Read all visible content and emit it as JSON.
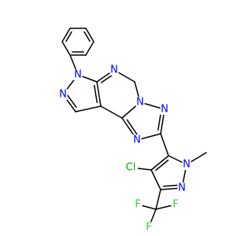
{
  "structure": {
    "atom_labels": [
      {
        "id": "N_pyrazole_phenyl",
        "text": "N",
        "color": "#0000ff"
      },
      {
        "id": "N_pyrazole_2",
        "text": "N",
        "color": "#0000ff"
      },
      {
        "id": "N_pyrimidine_top",
        "text": "N",
        "color": "#0000ff"
      },
      {
        "id": "N_triazole_bridge",
        "text": "N",
        "color": "#0000ff"
      },
      {
        "id": "N_triazole_right",
        "text": "N",
        "color": "#0000ff"
      },
      {
        "id": "N_triazole_bottom",
        "text": "N",
        "color": "#0000ff"
      },
      {
        "id": "N_methylpyrazole_1",
        "text": "N",
        "color": "#0000ff"
      },
      {
        "id": "N_methylpyrazole_2",
        "text": "N",
        "color": "#0000ff"
      },
      {
        "id": "Cl",
        "text": "Cl",
        "color": "#00aa00"
      },
      {
        "id": "F_left",
        "text": "F",
        "color": "#33cc33"
      },
      {
        "id": "F_right",
        "text": "F",
        "color": "#33cc33"
      },
      {
        "id": "F_bottom",
        "text": "F",
        "color": "#33cc33"
      }
    ],
    "colors": {
      "bond": "#000000",
      "nitrogen": "#0000ff",
      "chlorine": "#00aa00",
      "fluorine": "#33cc33"
    }
  }
}
